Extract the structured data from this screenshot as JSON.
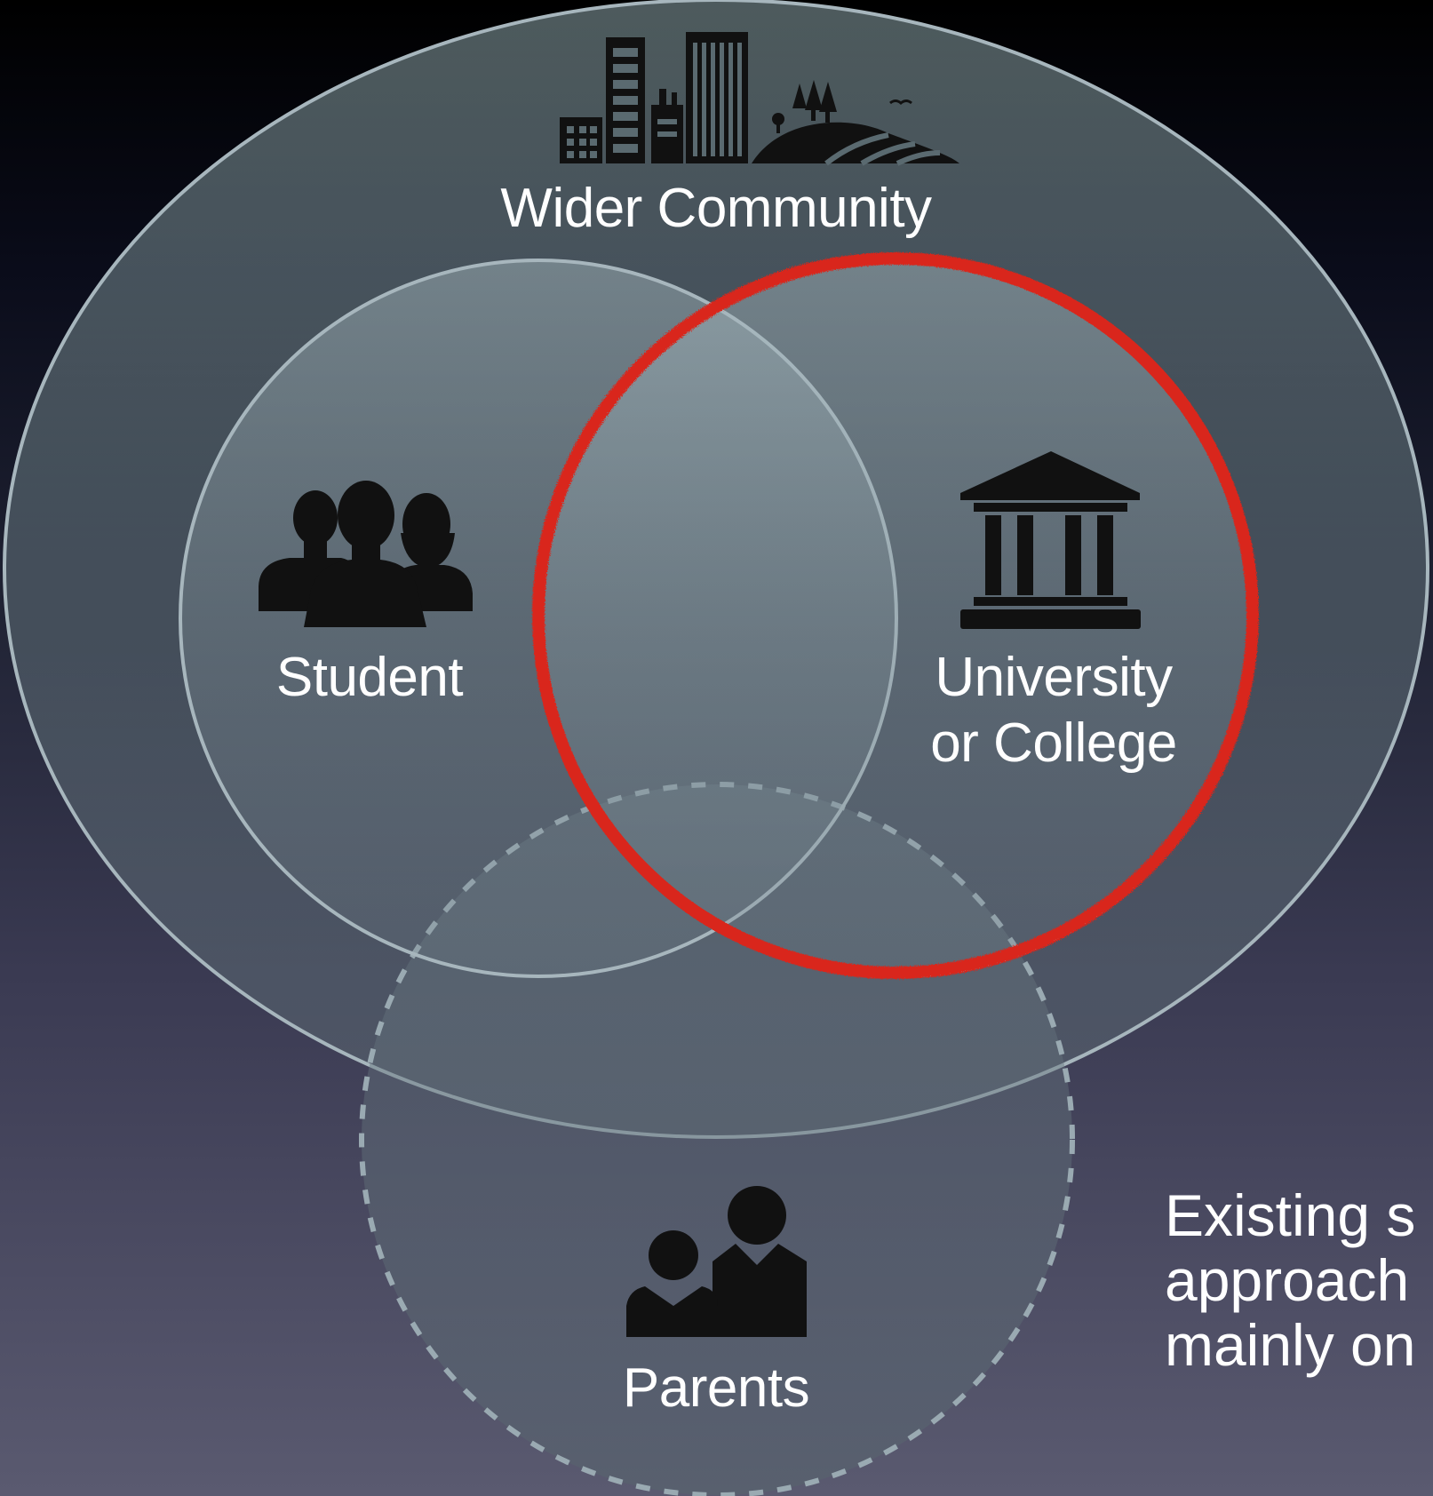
{
  "diagram": {
    "labels": {
      "wider_community": "Wider Community",
      "student": "Student",
      "university_line1": "University",
      "university_line2": "or College",
      "parents": "Parents"
    },
    "note_lines": [
      "Existing s",
      "approach",
      "mainly on"
    ],
    "icons": {
      "wider_community": "city-countryside-icon",
      "student": "student-group-icon",
      "university": "university-building-icon",
      "parents": "parents-icon"
    },
    "colors": {
      "highlight_ring": "#d9261a",
      "circle_stroke": "#a7b6bd",
      "dashed_stroke": "#9aaab2",
      "icon_fill": "#111111",
      "text": "#ffffff"
    }
  }
}
